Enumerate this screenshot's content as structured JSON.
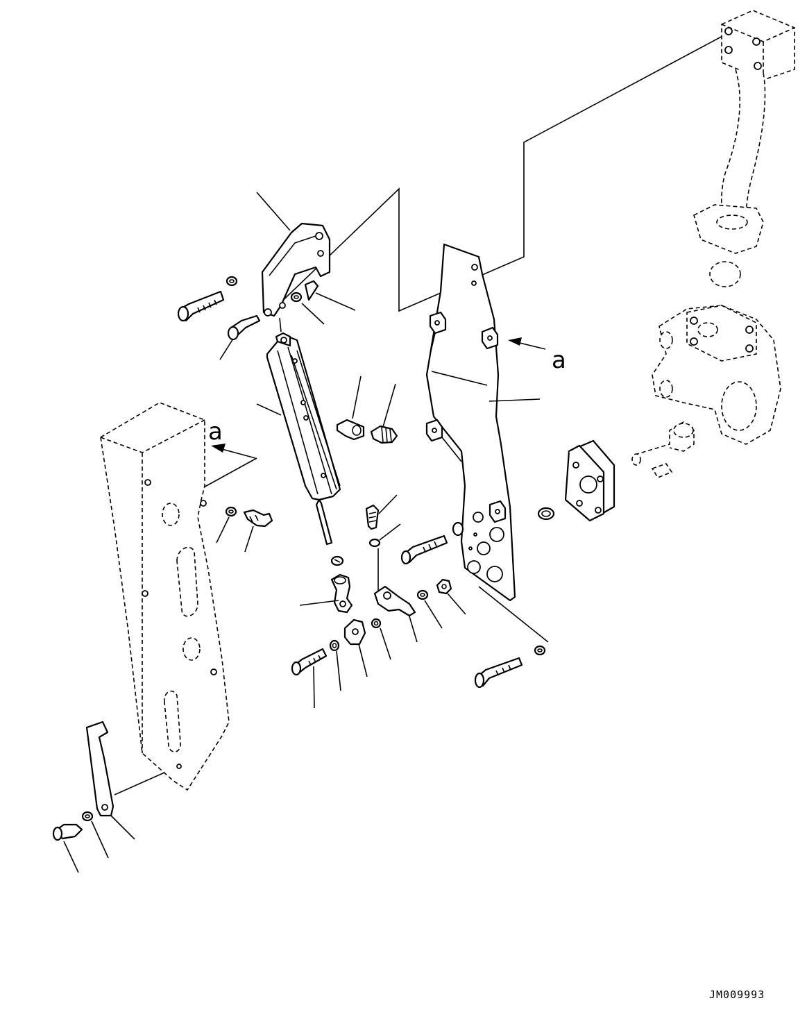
{
  "diagram": {
    "reference_labels": [
      "a",
      "a"
    ],
    "drawing_code": "JM009993"
  }
}
